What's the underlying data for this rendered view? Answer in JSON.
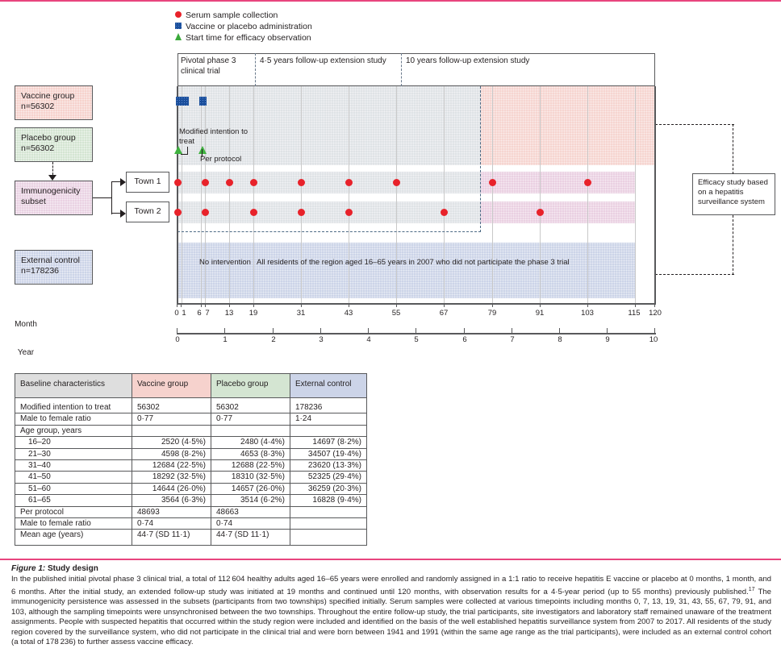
{
  "legend": {
    "items": [
      {
        "icon": "red-circle-icon",
        "label": "Serum sample collection"
      },
      {
        "icon": "blue-square-icon",
        "label": "Vaccine or placebo administration"
      },
      {
        "icon": "green-triangle-icon",
        "label": "Start time for efficacy observation"
      }
    ]
  },
  "flow": {
    "vaccine": {
      "line1": "Vaccine group",
      "line2": "n=56302"
    },
    "placebo": {
      "line1": "Placebo group",
      "line2": "n=56302"
    },
    "immunogenicity": {
      "line1": "Immunogenicity",
      "line2": "subset"
    },
    "external": {
      "line1": "External control",
      "line2": "n=178236"
    },
    "town1": "Town 1",
    "town2": "Town 2",
    "efficacy": "Efficacy study based on a hepatitis surveillance system"
  },
  "phases": [
    {
      "label": "Pivotal phase 3 clinical trial",
      "start_month": 0,
      "end_month": 19
    },
    {
      "label": "4·5 years follow-up extension study",
      "start_month": 19,
      "end_month": 55
    },
    {
      "label": "10 years follow-up extension study",
      "start_month": 55,
      "end_month": 120
    }
  ],
  "annotations": {
    "modified_intention_to_treat": "Modified intention to treat",
    "per_protocol": "Per protocol",
    "no_intervention": "No intervention",
    "external_cohort": "All residents of the region aged 16–65 years in 2007 who did not participate the phase 3 trial"
  },
  "axes": {
    "month_label": "Month",
    "month_ticks": [
      0,
      1,
      6,
      7,
      13,
      19,
      31,
      43,
      55,
      67,
      79,
      91,
      103,
      115,
      120
    ],
    "month_min": 0,
    "month_max": 120,
    "year_label": "Year",
    "year_ticks": [
      0,
      1,
      2,
      3,
      4,
      5,
      6,
      7,
      8,
      9,
      10
    ]
  },
  "chart_data": {
    "type": "timeline",
    "title": "Study design",
    "xlabel": "Month",
    "xlim": [
      0,
      120
    ],
    "series": [
      {
        "name": "Vaccine or placebo administration",
        "marker": "blue-square",
        "values": [
          0,
          1,
          6
        ]
      },
      {
        "name": "Serum sample collection — Town 1",
        "marker": "red-circle",
        "values": [
          0,
          7,
          13,
          19,
          31,
          43,
          55,
          79,
          103
        ]
      },
      {
        "name": "Serum sample collection — Town 2",
        "marker": "red-circle",
        "values": [
          0,
          7,
          19,
          31,
          43,
          67,
          91
        ]
      },
      {
        "name": "Start time for efficacy observation",
        "marker": "green-triangle",
        "values": [
          0,
          7
        ]
      }
    ],
    "bands": [
      {
        "name": "Vaccine/placebo groups",
        "start": 0,
        "end": 120
      },
      {
        "name": "Town 1 immunogenicity subset",
        "start": 0,
        "end": 108
      },
      {
        "name": "Town 2 immunogenicity subset",
        "start": 0,
        "end": 108
      },
      {
        "name": "External control",
        "start": 0,
        "end": 115
      }
    ],
    "colors": {
      "serum_dot": "#e8222a",
      "vaccine_square": "#1b4f9c",
      "efficacy_triangle": "#3fb23f",
      "vaccine_band": "#f6d5d0",
      "placebo_band": "#d4e5d2",
      "immuno_band": "#ead0e2",
      "external_band": "#ccd4e8",
      "trial_band": "#dfe3e6",
      "journal_rule": "#e8447e"
    }
  },
  "table": {
    "headers": [
      "Baseline characteristics",
      "Vaccine group",
      "Placebo group",
      "External control"
    ],
    "rows": [
      {
        "label": "Modified intention to treat",
        "indent": false,
        "vaccine": "56302",
        "placebo": "56302",
        "external": "178236"
      },
      {
        "label": "Male to female ratio",
        "indent": false,
        "vaccine": "0·77",
        "placebo": "0·77",
        "external": "1·24"
      },
      {
        "label": "Age group, years",
        "indent": false,
        "vaccine": "",
        "placebo": "",
        "external": ""
      },
      {
        "label": "16–20",
        "indent": true,
        "vaccine": "2520 (4·5%)",
        "placebo": "2480 (4·4%)",
        "external": "14697 (8·2%)"
      },
      {
        "label": "21–30",
        "indent": true,
        "vaccine": "4598 (8·2%)",
        "placebo": "4653 (8·3%)",
        "external": "34507 (19·4%)"
      },
      {
        "label": "31–40",
        "indent": true,
        "vaccine": "12684 (22·5%)",
        "placebo": "12688 (22·5%)",
        "external": "23620 (13·3%)"
      },
      {
        "label": "41–50",
        "indent": true,
        "vaccine": "18292 (32·5%)",
        "placebo": "18310 (32·5%)",
        "external": "52325 (29·4%)"
      },
      {
        "label": "51–60",
        "indent": true,
        "vaccine": "14644 (26·0%)",
        "placebo": "14657 (26·0%)",
        "external": "36259 (20·3%)"
      },
      {
        "label": "61–65",
        "indent": true,
        "vaccine": "3564 (6·3%)",
        "placebo": "3514 (6·2%)",
        "external": "16828 (9·4%)"
      },
      {
        "label": "Per protocol",
        "indent": false,
        "vaccine": "48693",
        "placebo": "48663",
        "external": ""
      },
      {
        "label": "Male to female ratio",
        "indent": false,
        "vaccine": "0·74",
        "placebo": "0·74",
        "external": ""
      },
      {
        "label": "Mean age (years)",
        "indent": false,
        "vaccine": "44·7 (SD 11·1)",
        "placebo": "44·7 (SD 11·1)",
        "external": ""
      }
    ]
  },
  "caption": {
    "figure_number": "Figure 1:",
    "title": "Study design",
    "body": "In the published initial pivotal phase 3 clinical trial, a total of 112 604 healthy adults aged 16–65 years were enrolled and randomly assigned in a 1:1 ratio to receive hepatitis E vaccine or placebo at 0 months, 1 month, and 6 months. After the initial study, an extended follow-up study was initiated at 19 months and continued until 120 months, with observation results for a 4·5-year period (up to 55 months) previously published.",
    "ref": "17",
    "body2": " The immunogenicity persistence was assessed in the subsets (participants from two townships) specified initially. Serum samples were collected at various timepoints including months 0, 7, 13, 19, 31, 43, 55, 67, 79, 91, and 103, although the sampling timepoints were unsynchronised between the two townships. Throughout the entire follow-up study, the trial participants, site investigators and laboratory staff remained unaware of the treatment assignments. People with suspected hepatitis that occurred within the study region were included and identified on the basis of the well established hepatitis surveillance system from 2007 to 2017. All residents of the study region covered by the surveillance system, who did not participate in the clinical trial and were born between 1941 and 1991 (within the same age range as the trial participants), were included as an external control cohort (a total of 178 236) to further assess vaccine efficacy."
  }
}
